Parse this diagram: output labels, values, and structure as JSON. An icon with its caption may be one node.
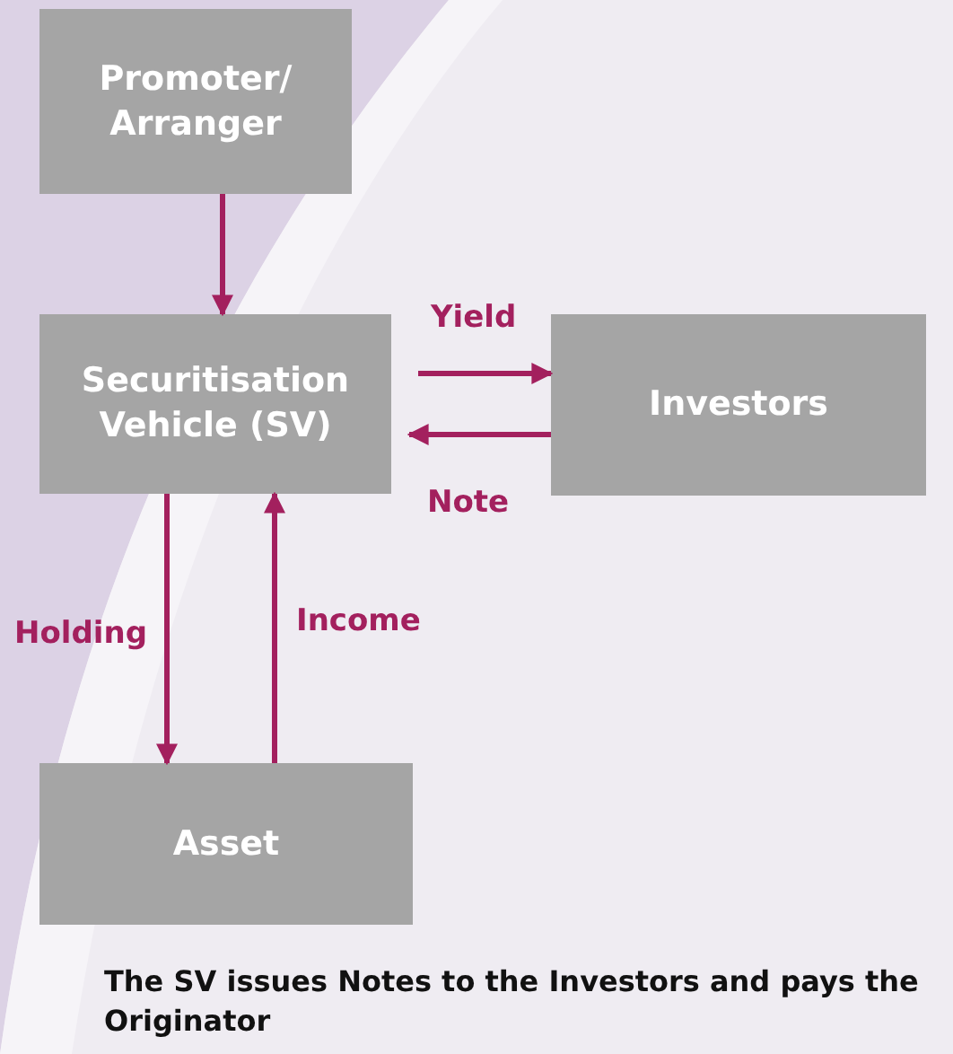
{
  "diagram": {
    "caption": "The SV issues Notes to the Investors and pays the Originator",
    "nodes": [
      {
        "text": [
          "Promoter/ Arranger"
        ]
      },
      {
        "text": [
          "Securitisation Vehicle (SV)"
        ]
      },
      {
        "text": [
          "Investors"
        ]
      },
      {
        "text": [
          "Asset"
        ]
      }
    ],
    "edges": [
      {
        "from": 0,
        "to": 1,
        "arrow": "to"
      },
      {
        "from": 1,
        "to": 2,
        "arrow": "to",
        "label": "Yield"
      },
      {
        "from": 2,
        "to": 1,
        "arrow": "to",
        "label": "Note"
      },
      {
        "from": 1,
        "to": 3,
        "arrow": "to",
        "label": "Holding"
      },
      {
        "from": 3,
        "to": 1,
        "arrow": "to",
        "label": "Income"
      }
    ]
  }
}
